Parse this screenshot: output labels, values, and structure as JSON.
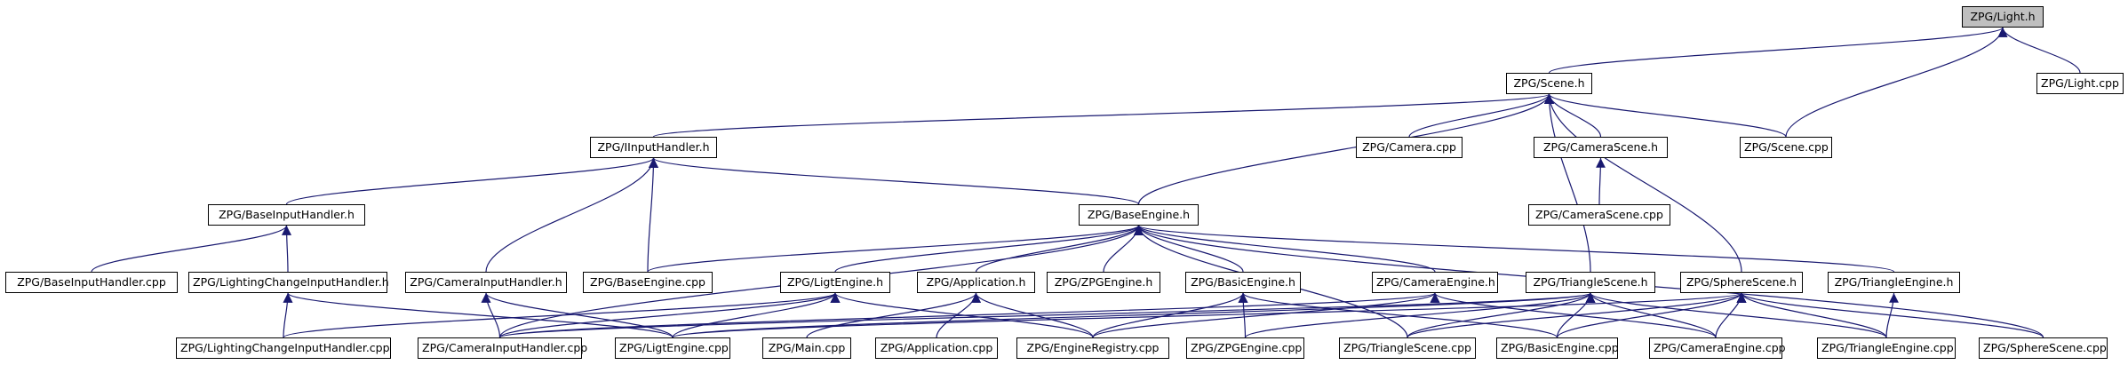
{
  "nodes": [
    {
      "id": "light_h",
      "label": "ZPG/Light.h",
      "focus": true
    },
    {
      "id": "light_cpp",
      "label": "ZPG/Light.cpp"
    },
    {
      "id": "scene_h",
      "label": "ZPG/Scene.h"
    },
    {
      "id": "iinput_h",
      "label": "ZPG/IInputHandler.h"
    },
    {
      "id": "camera_cpp",
      "label": "ZPG/Camera.cpp"
    },
    {
      "id": "camerascene_h",
      "label": "ZPG/CameraScene.h"
    },
    {
      "id": "scene_cpp",
      "label": "ZPG/Scene.cpp"
    },
    {
      "id": "baseinput_h",
      "label": "ZPG/BaseInputHandler.h"
    },
    {
      "id": "baseengine_h",
      "label": "ZPG/BaseEngine.h"
    },
    {
      "id": "camerascene_cpp",
      "label": "ZPG/CameraScene.cpp"
    },
    {
      "id": "baseinput_cpp",
      "label": "ZPG/BaseInputHandler.cpp"
    },
    {
      "id": "lightingchange_h",
      "label": "ZPG/LightingChangeInputHandler.h"
    },
    {
      "id": "camerainput_h",
      "label": "ZPG/CameraInputHandler.h"
    },
    {
      "id": "baseengine_cpp",
      "label": "ZPG/BaseEngine.cpp"
    },
    {
      "id": "ligtengine_h",
      "label": "ZPG/LigtEngine.h"
    },
    {
      "id": "application_h",
      "label": "ZPG/Application.h"
    },
    {
      "id": "zpgengine_h",
      "label": "ZPG/ZPGEngine.h"
    },
    {
      "id": "basicengine_h",
      "label": "ZPG/BasicEngine.h"
    },
    {
      "id": "cameraengine_h",
      "label": "ZPG/CameraEngine.h"
    },
    {
      "id": "trianglescene_h",
      "label": "ZPG/TriangleScene.h"
    },
    {
      "id": "spherescene_h",
      "label": "ZPG/SphereScene.h"
    },
    {
      "id": "triangleengine_h",
      "label": "ZPG/TriangleEngine.h"
    },
    {
      "id": "lightingchange_cpp",
      "label": "ZPG/LightingChangeInputHandler.cpp"
    },
    {
      "id": "camerainput_cpp",
      "label": "ZPG/CameraInputHandler.cpp"
    },
    {
      "id": "ligtengine_cpp",
      "label": "ZPG/LigtEngine.cpp"
    },
    {
      "id": "main_cpp",
      "label": "ZPG/Main.cpp"
    },
    {
      "id": "application_cpp",
      "label": "ZPG/Application.cpp"
    },
    {
      "id": "engineregistry_cpp",
      "label": "ZPG/EngineRegistry.cpp"
    },
    {
      "id": "zpgengine_cpp",
      "label": "ZPG/ZPGEngine.cpp"
    },
    {
      "id": "trianglescene_cpp",
      "label": "ZPG/TriangleScene.cpp"
    },
    {
      "id": "basicengine_cpp",
      "label": "ZPG/BasicEngine.cpp"
    },
    {
      "id": "cameraengine_cpp",
      "label": "ZPG/CameraEngine.cpp"
    },
    {
      "id": "triangleengine_cpp",
      "label": "ZPG/TriangleEngine.cpp"
    },
    {
      "id": "spherescene_cpp",
      "label": "ZPG/SphereScene.cpp"
    }
  ],
  "edges": [
    [
      "scene_h",
      "light_h"
    ],
    [
      "light_cpp",
      "light_h"
    ],
    [
      "scene_cpp",
      "light_h"
    ],
    [
      "iinput_h",
      "scene_h"
    ],
    [
      "camera_cpp",
      "scene_h"
    ],
    [
      "camerascene_h",
      "scene_h"
    ],
    [
      "scene_cpp",
      "scene_h"
    ],
    [
      "baseengine_h",
      "scene_h"
    ],
    [
      "trianglescene_h",
      "scene_h"
    ],
    [
      "spherescene_h",
      "scene_h"
    ],
    [
      "camerascene_cpp",
      "camerascene_h"
    ],
    [
      "baseinput_h",
      "iinput_h"
    ],
    [
      "baseengine_h",
      "iinput_h"
    ],
    [
      "camerainput_h",
      "iinput_h"
    ],
    [
      "baseengine_cpp",
      "iinput_h"
    ],
    [
      "baseinput_cpp",
      "baseinput_h"
    ],
    [
      "lightingchange_h",
      "baseinput_h"
    ],
    [
      "lightingchange_cpp",
      "lightingchange_h"
    ],
    [
      "ligtengine_cpp",
      "lightingchange_h"
    ],
    [
      "camerainput_cpp",
      "camerainput_h"
    ],
    [
      "ligtengine_cpp",
      "camerainput_h"
    ],
    [
      "baseengine_cpp",
      "baseengine_h"
    ],
    [
      "ligtengine_h",
      "baseengine_h"
    ],
    [
      "application_h",
      "baseengine_h"
    ],
    [
      "zpgengine_h",
      "baseengine_h"
    ],
    [
      "basicengine_h",
      "baseengine_h"
    ],
    [
      "cameraengine_h",
      "baseengine_h"
    ],
    [
      "triangleengine_h",
      "baseengine_h"
    ],
    [
      "camerainput_cpp",
      "baseengine_h"
    ],
    [
      "trianglescene_cpp",
      "baseengine_h"
    ],
    [
      "spherescene_cpp",
      "baseengine_h"
    ],
    [
      "lightingchange_cpp",
      "ligtengine_h"
    ],
    [
      "camerainput_cpp",
      "ligtengine_h"
    ],
    [
      "ligtengine_cpp",
      "ligtengine_h"
    ],
    [
      "engineregistry_cpp",
      "ligtengine_h"
    ],
    [
      "main_cpp",
      "application_h"
    ],
    [
      "application_cpp",
      "application_h"
    ],
    [
      "engineregistry_cpp",
      "application_h"
    ],
    [
      "zpgengine_cpp",
      "basicengine_h"
    ],
    [
      "basicengine_cpp",
      "basicengine_h"
    ],
    [
      "engineregistry_cpp",
      "basicengine_h"
    ],
    [
      "engineregistry_cpp",
      "cameraengine_h"
    ],
    [
      "cameraengine_cpp",
      "cameraengine_h"
    ],
    [
      "camerainput_cpp",
      "cameraengine_h"
    ],
    [
      "camerainput_cpp",
      "trianglescene_h"
    ],
    [
      "ligtengine_cpp",
      "trianglescene_h"
    ],
    [
      "trianglescene_cpp",
      "trianglescene_h"
    ],
    [
      "basicengine_cpp",
      "trianglescene_h"
    ],
    [
      "cameraengine_cpp",
      "trianglescene_h"
    ],
    [
      "triangleengine_cpp",
      "trianglescene_h"
    ],
    [
      "zpgengine_cpp",
      "trianglescene_h"
    ],
    [
      "ligtengine_cpp",
      "spherescene_h"
    ],
    [
      "basicengine_cpp",
      "spherescene_h"
    ],
    [
      "cameraengine_cpp",
      "spherescene_h"
    ],
    [
      "triangleengine_cpp",
      "spherescene_h"
    ],
    [
      "spherescene_cpp",
      "spherescene_h"
    ],
    [
      "trianglescene_cpp",
      "spherescene_h"
    ],
    [
      "triangleengine_cpp",
      "triangleengine_h"
    ]
  ],
  "colors": {
    "edge": "#191970",
    "border": "#000000",
    "focus_fill": "#bfbfbf",
    "node_fill": "#ffffff"
  }
}
